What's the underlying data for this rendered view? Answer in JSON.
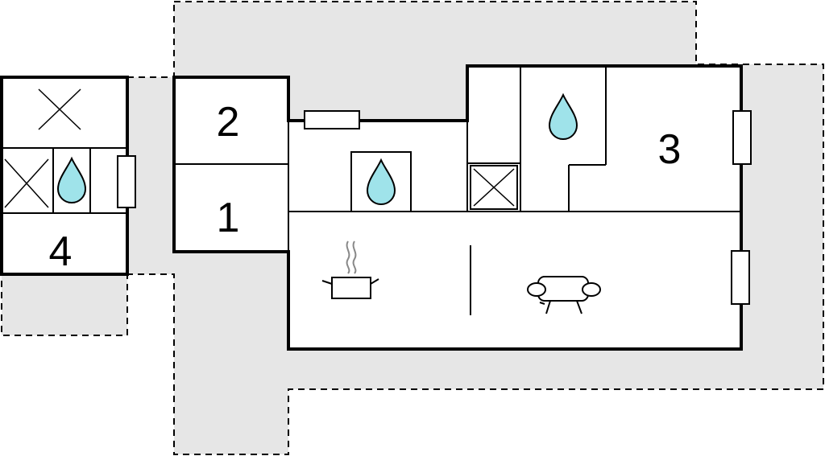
{
  "rooms": [
    {
      "label": "1"
    },
    {
      "label": "2"
    },
    {
      "label": "3"
    },
    {
      "label": "4"
    }
  ],
  "icons": {
    "bathroom": "water-drop-icon",
    "closet": "cross-box-icon",
    "kitchen": "cooking-pot-icon",
    "living": "sofa-icon"
  },
  "colors": {
    "terrace": "#e6e6e6",
    "water": "#9fe3ea",
    "walls": "#000000"
  }
}
